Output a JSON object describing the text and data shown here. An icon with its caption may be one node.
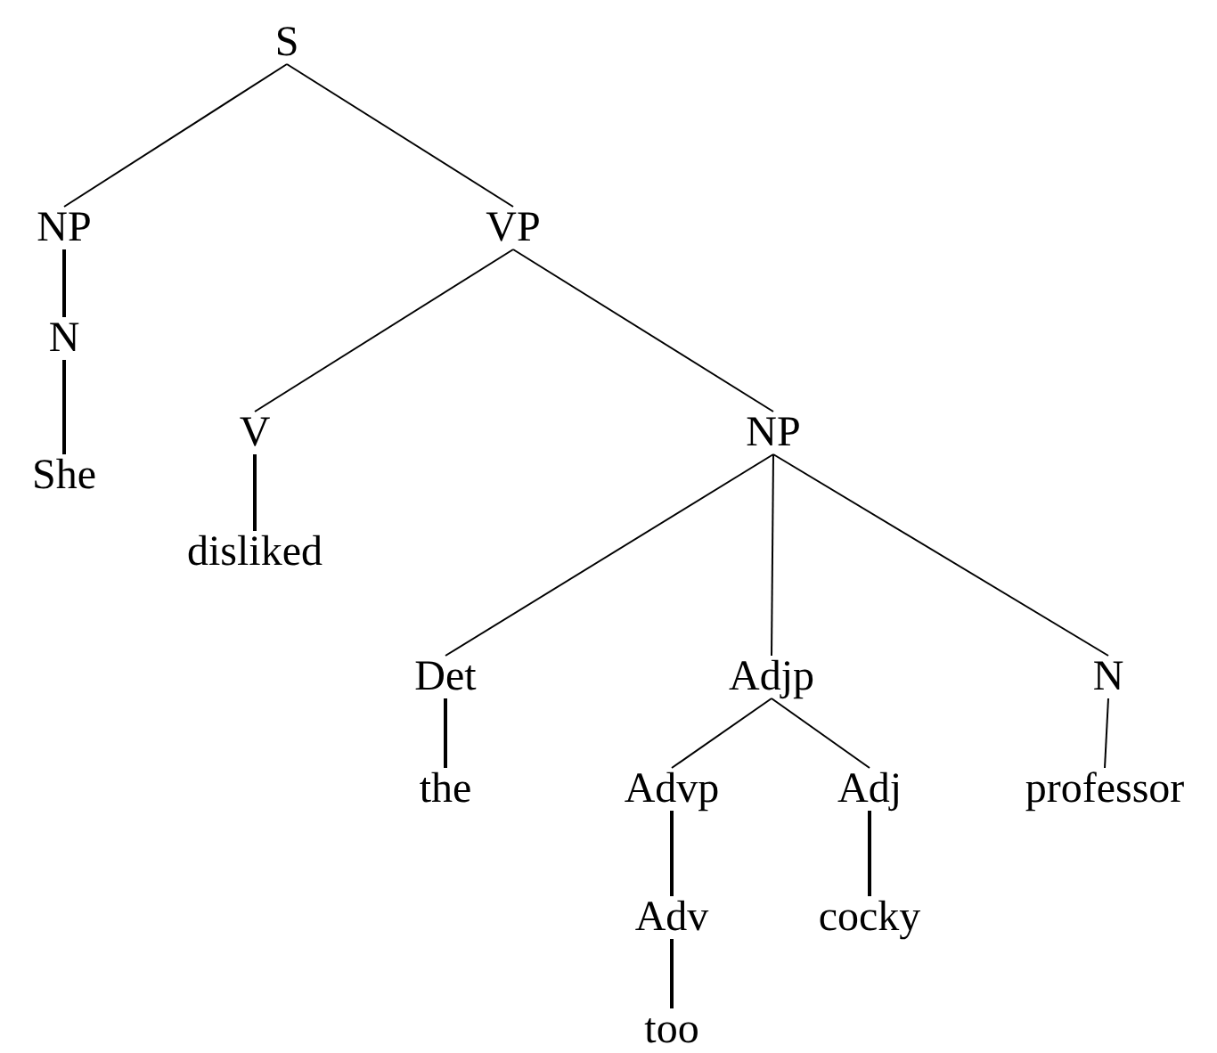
{
  "diagram": {
    "nodes": [
      {
        "text": [
          "S"
        ]
      },
      {
        "text": [
          "NP"
        ]
      },
      {
        "text": [
          "N"
        ]
      },
      {
        "text": [
          "She"
        ]
      },
      {
        "text": [
          "VP"
        ]
      },
      {
        "text": [
          "V"
        ]
      },
      {
        "text": [
          "disliked"
        ]
      },
      {
        "text": [
          "NP"
        ]
      },
      {
        "text": [
          "Det"
        ]
      },
      {
        "text": [
          "the"
        ]
      },
      {
        "text": [
          "Adjp"
        ]
      },
      {
        "text": [
          "Advp"
        ]
      },
      {
        "text": [
          "Adv"
        ]
      },
      {
        "text": [
          "too"
        ]
      },
      {
        "text": [
          "Adj"
        ]
      },
      {
        "text": [
          "cocky"
        ]
      },
      {
        "text": [
          "N"
        ]
      },
      {
        "text": [
          "professor"
        ]
      }
    ],
    "edges": [
      {
        "from": 0,
        "to": 1,
        "arrow": "none"
      },
      {
        "from": 0,
        "to": 4,
        "arrow": "none"
      },
      {
        "from": 1,
        "to": 2,
        "arrow": "none"
      },
      {
        "from": 2,
        "to": 3,
        "arrow": "none"
      },
      {
        "from": 4,
        "to": 5,
        "arrow": "none"
      },
      {
        "from": 4,
        "to": 7,
        "arrow": "none"
      },
      {
        "from": 5,
        "to": 6,
        "arrow": "none"
      },
      {
        "from": 7,
        "to": 8,
        "arrow": "none"
      },
      {
        "from": 7,
        "to": 10,
        "arrow": "none"
      },
      {
        "from": 7,
        "to": 16,
        "arrow": "none"
      },
      {
        "from": 8,
        "to": 9,
        "arrow": "none"
      },
      {
        "from": 10,
        "to": 11,
        "arrow": "none"
      },
      {
        "from": 10,
        "to": 14,
        "arrow": "none"
      },
      {
        "from": 11,
        "to": 12,
        "arrow": "none"
      },
      {
        "from": 12,
        "to": 13,
        "arrow": "none"
      },
      {
        "from": 14,
        "to": 15,
        "arrow": "none"
      },
      {
        "from": 16,
        "to": 17,
        "arrow": "none"
      }
    ]
  }
}
